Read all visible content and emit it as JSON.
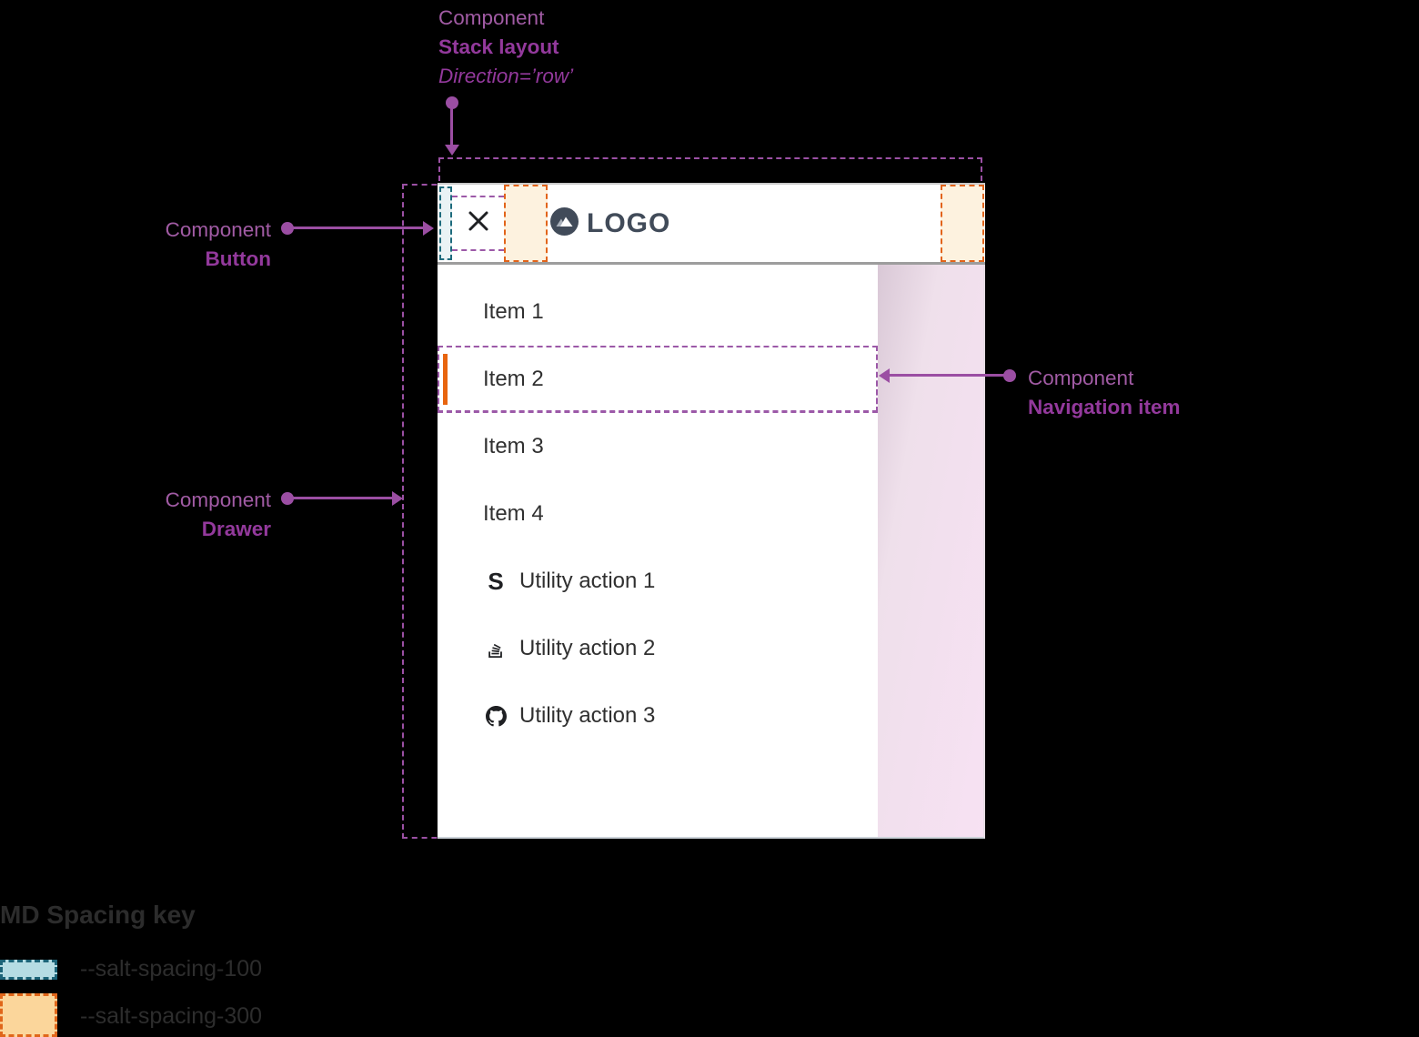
{
  "annotations": {
    "stack_layout": {
      "eyebrow": "Component",
      "name": "Stack layout",
      "detail": "Direction=’row’"
    },
    "button": {
      "eyebrow": "Component",
      "name": "Button"
    },
    "drawer": {
      "eyebrow": "Component",
      "name": "Drawer"
    },
    "navigation_item": {
      "eyebrow": "Component",
      "name": "Navigation item"
    }
  },
  "app_bar": {
    "logo_text": "LOGO"
  },
  "drawer": {
    "items": [
      {
        "label": "Item 1"
      },
      {
        "label": "Item 2",
        "active": true
      },
      {
        "label": "Item 3"
      },
      {
        "label": "Item 4"
      }
    ],
    "utility_items": [
      {
        "label": "Utility action 1",
        "icon": "storybook-s-icon",
        "glyph": "S"
      },
      {
        "label": "Utility action 2",
        "icon": "stack-overflow-icon"
      },
      {
        "label": "Utility action 3",
        "icon": "github-icon"
      }
    ]
  },
  "legend": {
    "title": "MD Spacing key",
    "entries": [
      {
        "label": "--salt-spacing-100",
        "token": "spacing-100"
      },
      {
        "label": "--salt-spacing-300",
        "token": "spacing-300"
      }
    ]
  },
  "colors": {
    "annotation_purple": "#9b4ea3",
    "guide_purple_dash": "#9b50a4",
    "spacing_100_border": "#1c6478",
    "spacing_100_fill": "#b5dce3",
    "spacing_300_border": "#e0661a",
    "spacing_300_fill": "#fbd69b",
    "active_indicator_orange": "#e8650f",
    "logo_slate": "#414b59",
    "pink_background": "#f7e1f3"
  }
}
